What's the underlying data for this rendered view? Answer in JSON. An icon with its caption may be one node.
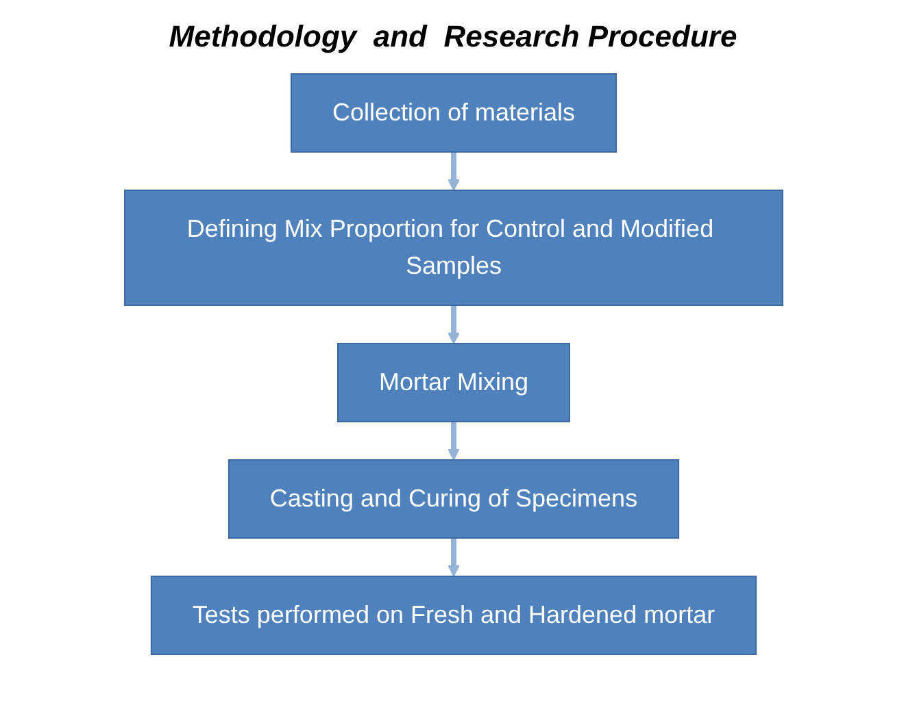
{
  "diagram": {
    "title": "Methodology  and  Research Procedure",
    "nodes": [
      {
        "text": [
          "Collection of materials"
        ]
      },
      {
        "text": [
          "Defining Mix Proportion for Control and Modified Samples"
        ]
      },
      {
        "text": [
          "Mortar Mixing"
        ]
      },
      {
        "text": [
          "Casting and Curing of Specimens"
        ]
      },
      {
        "text": [
          "Tests performed on Fresh and Hardened mortar"
        ]
      }
    ],
    "edges": [
      {
        "from": 0,
        "to": 1,
        "arrow": "to"
      },
      {
        "from": 1,
        "to": 2,
        "arrow": "to"
      },
      {
        "from": 2,
        "to": 3,
        "arrow": "to"
      },
      {
        "from": 3,
        "to": 4,
        "arrow": "to"
      }
    ]
  }
}
